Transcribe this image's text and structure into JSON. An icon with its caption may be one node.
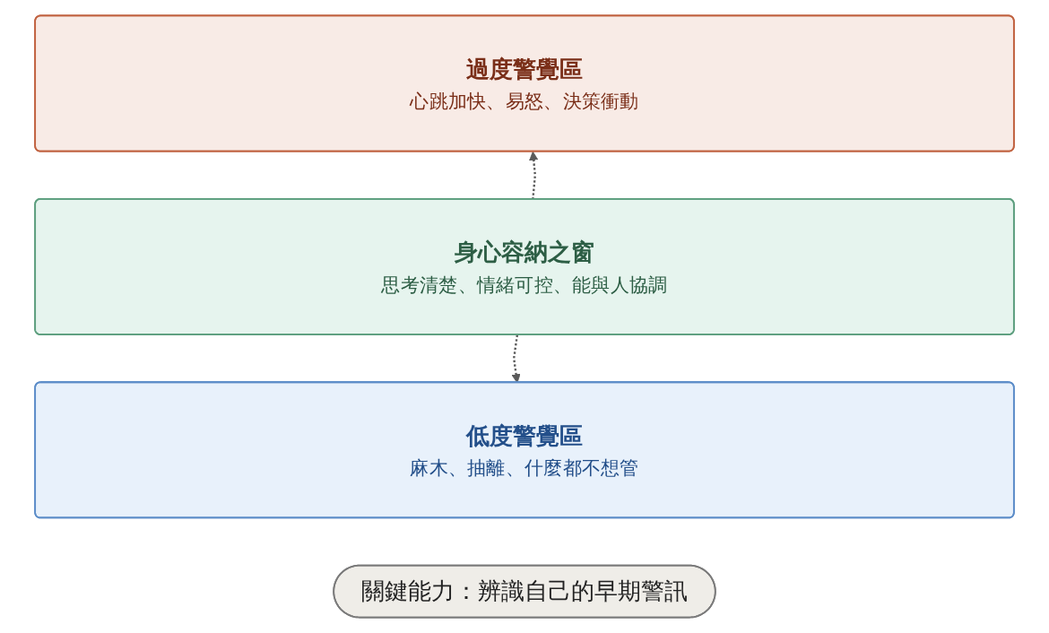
{
  "diagram": {
    "nodes": [
      {
        "text": [
          "過度警覺區",
          "心跳加快、易怒、決策衝動"
        ]
      },
      {
        "text": [
          "身心容納之窗",
          "思考清楚、情緒可控、能與人協調"
        ]
      },
      {
        "text": [
          "低度警覺區",
          "麻木、抽離、什麼都不想管"
        ]
      },
      {
        "text": [
          "關鍵能力：辨識自己的早期警訊"
        ]
      }
    ],
    "edges": [
      {
        "from": 1,
        "to": 0,
        "arrow": "to",
        "style": "dashed"
      },
      {
        "from": 1,
        "to": 2,
        "arrow": "to",
        "style": "dashed"
      }
    ]
  }
}
